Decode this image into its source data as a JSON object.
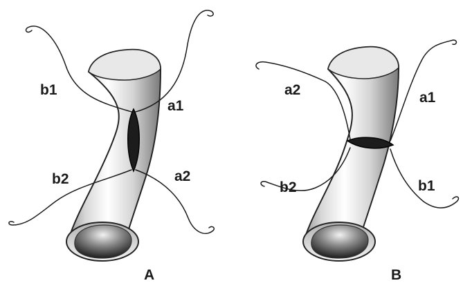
{
  "panels": [
    {
      "label": "A",
      "incision": "longitudinal",
      "suture_labels": {
        "b1": "b1",
        "a1": "a1",
        "b2": "b2",
        "a2": "a2"
      }
    },
    {
      "label": "B",
      "incision": "transverse",
      "suture_labels": {
        "a2": "a2",
        "a1": "a1",
        "b2": "b2",
        "b1": "b1"
      }
    }
  ]
}
